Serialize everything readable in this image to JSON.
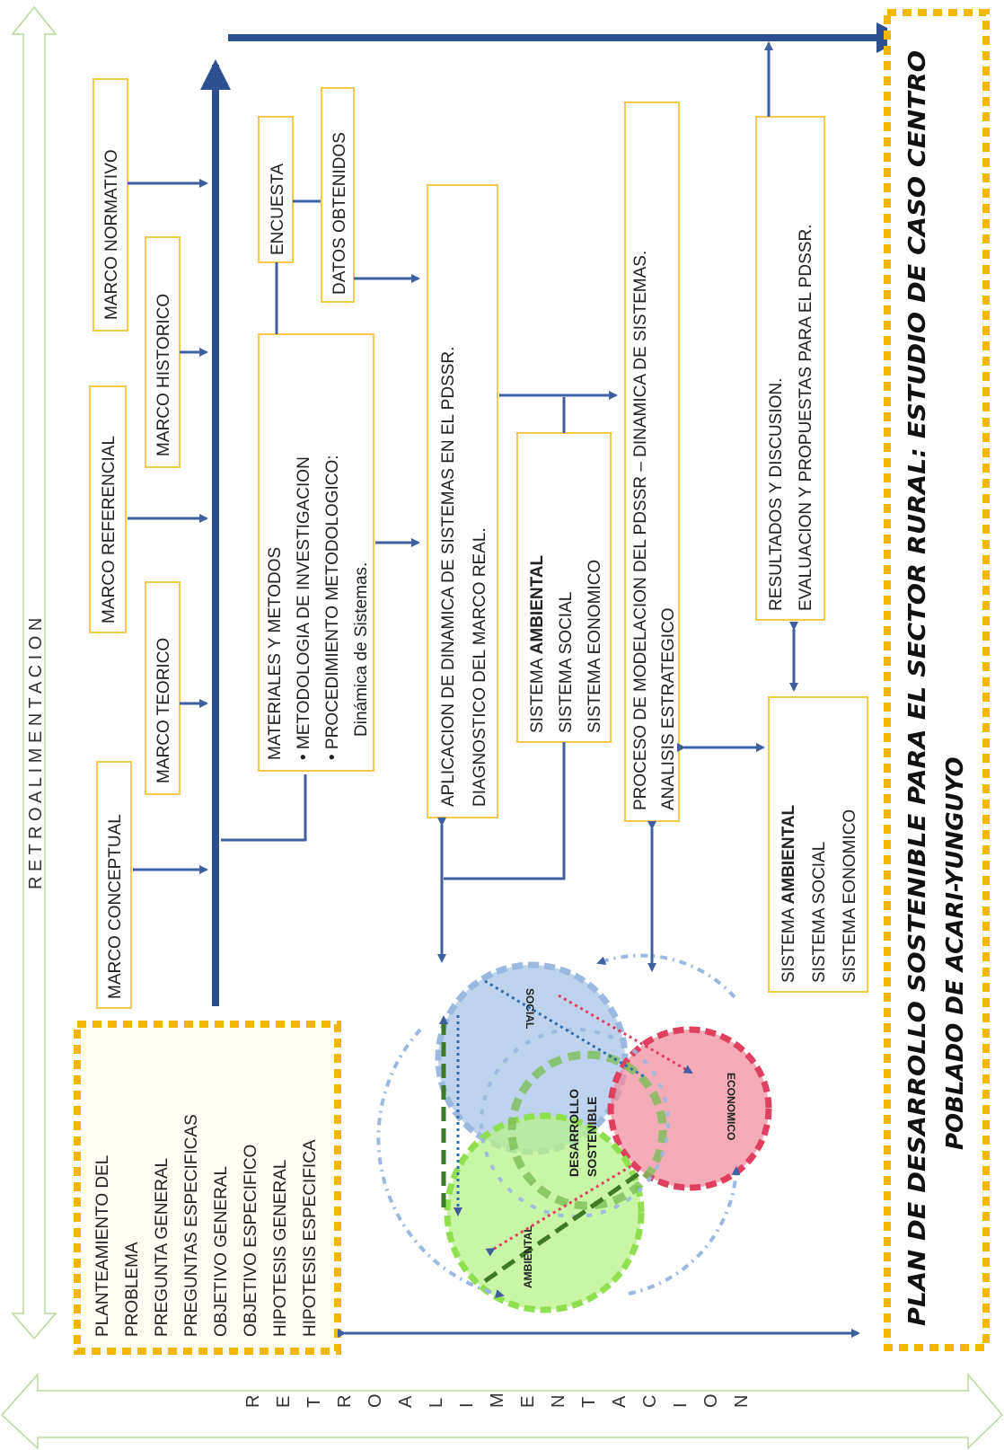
{
  "retro_top": "R E T R O A L I M E N T A C I O N",
  "retro_bottom": [
    "R",
    "E",
    "T",
    "R",
    "O",
    "A",
    "L",
    "I",
    "M",
    "E",
    "N",
    "T",
    "A",
    "C",
    "I",
    "O",
    "N"
  ],
  "marcos": [
    "MARCO CONCEPTUAL",
    "MARCO TEORICO",
    "MARCO REFERENCIAL",
    "MARCO HISTORICO",
    "MARCO NORMATIVO"
  ],
  "planteamiento": [
    "PLANTEAMIENTO DEL",
    "PROBLEMA",
    "PREGUNTA GENERAL",
    "PREGUNTAS ESPECIFICAS",
    "OBJETIVO GENERAL",
    "OBJETIVO ESPECIFICO",
    "HIPOTESIS GENERAL",
    "HIPOTESIS ESPECIFICA"
  ],
  "materiales": {
    "line1": "MATERIALES Y METODOS",
    "line2": "•  METODOLOGIA DE INVESTIGACION",
    "line3": "•  PROCEDIMIENTO METODOLOGICO:",
    "line4": "Dinámica de Sistemas."
  },
  "encuesta": "ENCUESTA",
  "datos": "DATOS OBTENIDOS",
  "aplicacion": [
    "APLICACION DE DINAMICA DE SISTEMAS EN EL PDSSR.",
    "DIAGNOSTICO DEL MARCO REAL."
  ],
  "sistema_a": {
    "l1_pre": "SISTEMA ",
    "l1_bold": "AMBIENTAL",
    "l2": "SISTEMA SOCIAL",
    "l3": "SISTEMA EONOMICO"
  },
  "proceso": [
    "PROCESO DE MODELACION DEL PDSSR – DINAMICA DE SISTEMAS.",
    "ANALISIS ESTRATEGICO"
  ],
  "sistema_b": {
    "l1_pre": "SISTEMA ",
    "l1_bold": "AMBIENTAL",
    "l2": "SISTEMA SOCIAL",
    "l3": "SISTEMA EONOMICO"
  },
  "resultados": [
    "RESULTADOS Y DISCUSION.",
    "EVALUACION Y PROPUESTAS PARA EL PDSSR."
  ],
  "titulo": [
    "PLAN DE DESARROLLO SOSTENIBLE PARA EL SECTOR RURAL: ESTUDIO DE CASO CENTRO",
    "POBLADO DE ACARI-YUNGUYO"
  ],
  "venn": {
    "social": "SOCIAL",
    "economico": "ECONOMICO",
    "ambiental": "AMBIENTAL",
    "centro1": "DESARROLLO",
    "centro2": "SOSTENIBLE"
  },
  "colors": {
    "arrow": "#2c4f8f",
    "box_border": "#f2c94c",
    "dashed_border": "#f2b705",
    "social": "#a9c4e8",
    "economico": "#f08fa0",
    "ambiental": "#b7f28a"
  }
}
